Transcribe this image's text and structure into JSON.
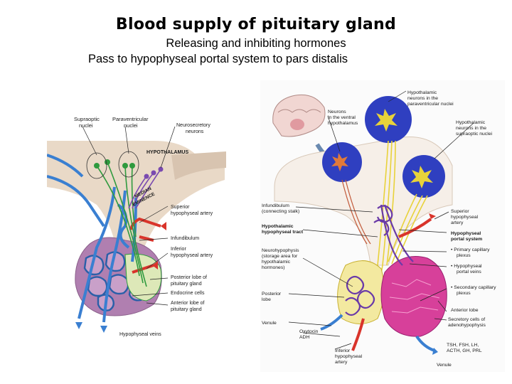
{
  "slide": {
    "title": "Blood supply of pituitary gland",
    "subtitle_line1": "Releasing and inhibiting hormones",
    "subtitle_line2": "Pass to hypophyseal portal system to pars distalis"
  },
  "left_figure": {
    "labels": {
      "supraoptic": [
        "Supraoptic",
        "nuclei"
      ],
      "paraventricular": [
        "Paraventricular",
        "nuclei"
      ],
      "neurosecretory": [
        "Neurosecretory",
        "neurons"
      ],
      "hypothalamus": "HYPOTHALAMUS",
      "median_eminence": [
        "MEDIAN",
        "EMINENCE"
      ],
      "superior_artery": [
        "Superior",
        "hypophyseal artery"
      ],
      "infundibulum": "Infundibulum",
      "inferior_artery": [
        "Inferior",
        "hypophyseal artery"
      ],
      "posterior_lobe": [
        "Posterior lobe of",
        "pituitary gland"
      ],
      "endocrine_cells": "Endocrine cells",
      "anterior_lobe": [
        "Anterior lobe of",
        "pituitary gland"
      ],
      "hypophyseal_veins": "Hypophyseal veins"
    }
  },
  "right_figure": {
    "labels": {
      "hypo_paraventricular": [
        "Hypothalamic",
        "neurons in the",
        "paraventricular nuclei"
      ],
      "neurons_ventral": [
        "Neurons",
        "in the ventral",
        "hypothalamus"
      ],
      "hypo_supraoptic": [
        "Hypothalamic",
        "neurons in the",
        "supraoptic nuclei"
      ],
      "infundibulum": [
        "Infundibulum",
        "(connecting stalk)"
      ],
      "superior_artery": [
        "Superior",
        "hypophyseal",
        "artery"
      ],
      "hypothalamic_tract": [
        "Hypothalamic",
        "hypophyseal tract"
      ],
      "portal_system": [
        "Hypophyseal",
        "portal system"
      ],
      "primary_plexus": [
        "• Primary capillary",
        "plexus"
      ],
      "portal_veins": [
        "• Hypophyseal",
        "portal veins"
      ],
      "neurohypophysis": [
        "Neurohypophysis",
        "(storage area for",
        "hypothalamic",
        "hormones)"
      ],
      "secondary_plexus": [
        "• Secondary capillary",
        "plexus"
      ],
      "posterior_lobe": [
        "Posterior",
        "lobe"
      ],
      "anterior_lobe": "Anterior lobe",
      "venule_left": "Venule",
      "secretory_cells": [
        "Secretory cells of",
        "adenohypophysis"
      ],
      "oxytocin": [
        "Oxytocin",
        "ADH"
      ],
      "inferior_artery": [
        "Inferior",
        "hypophyseal",
        "artery"
      ],
      "hormones": [
        "TSH, FSH, LH,",
        "ACTH, GH, PRL"
      ],
      "venule_bottom": "Venule"
    }
  },
  "colors": {
    "artery": "#d9342b",
    "vein": "#3a7fd1",
    "neuron_left": "#2f9a3e",
    "gland_left": "#b07fb0",
    "tract_right": "#e8d23a",
    "anterior_right": "#d7409a",
    "nuclei_right": "#2f3fc0"
  }
}
